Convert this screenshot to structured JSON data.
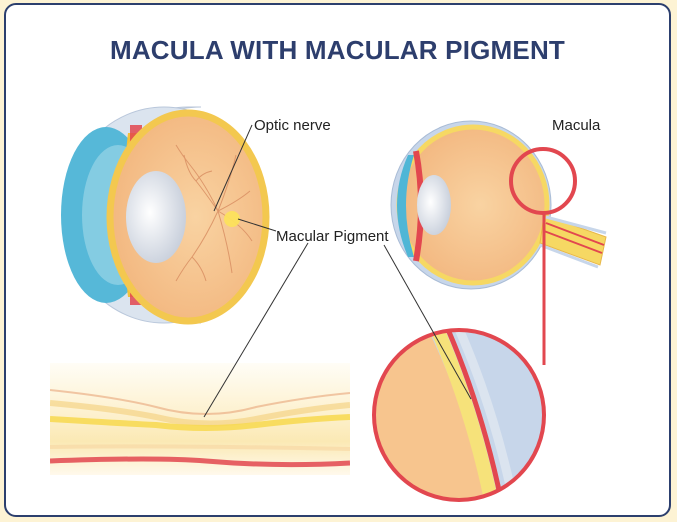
{
  "diagram": {
    "title": "MACULA WITH MACULAR PIGMENT",
    "labels": {
      "optic_nerve": "Optic nerve",
      "macula": "Macula",
      "macular_pigment": "Macular Pigment"
    }
  },
  "colors": {
    "frame": "#2c3f6e",
    "title": "#2d3e6d",
    "outer_bg": "#fdf3d4",
    "eye_interior": "#f7c58e",
    "retina_yellow": "#f9dd63",
    "sclera_blue": "#c7d6ea",
    "cornea_blue": "#4fb6d6",
    "vessel_red": "#e2474f",
    "callout_red": "#e2474f"
  }
}
